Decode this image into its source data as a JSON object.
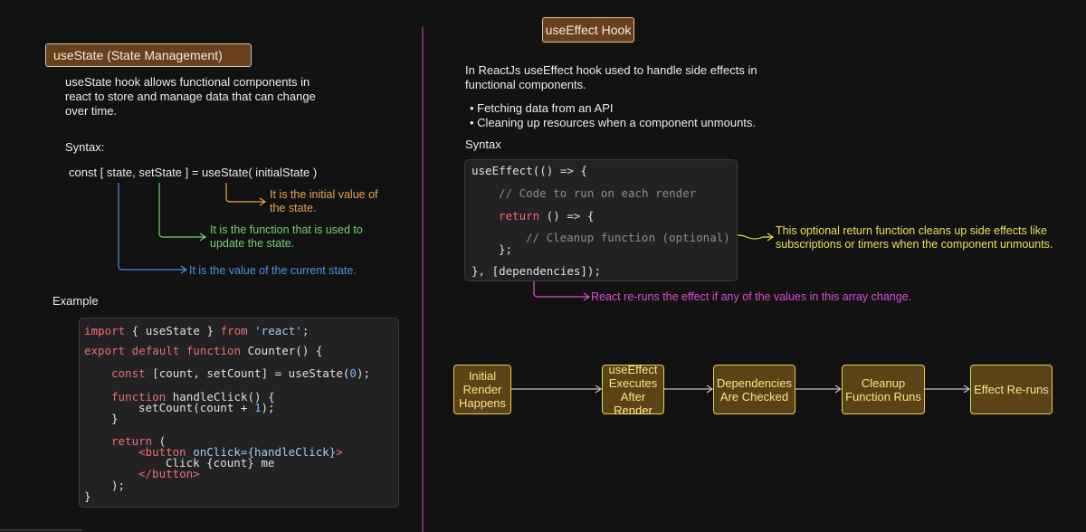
{
  "left": {
    "title": "useState (State Management)",
    "description_lines": [
      "useState hook allows functional components in",
      "react to store and manage data that can change",
      "over time."
    ],
    "syntax_heading": "Syntax:",
    "syntax_line": "const [ state, setState ] = useState( initialState )",
    "annotations": {
      "initial_value": [
        "It is the initial value of",
        "the state."
      ],
      "set_function": [
        "It is the function that is used to",
        "update the state."
      ],
      "current_value": [
        "It is the value of the current state."
      ]
    },
    "example_heading": "Example",
    "code": {
      "l1": {
        "a": "import",
        "b": " { useState } ",
        "c": "from",
        "d": " 'react'",
        "e": ";"
      },
      "l2": {
        "a": "export default function",
        "b": " Counter() {"
      },
      "l3": {
        "a": "const",
        "b": " [count, setCount] = useState(",
        "c": "0",
        "d": ");"
      },
      "l4": {
        "a": "function",
        "b": " handleClick() {"
      },
      "l5": {
        "a": "setCount(count + ",
        "b": "1",
        "c": ");"
      },
      "l6": "}",
      "l7": {
        "a": "return",
        "b": " ("
      },
      "l8": {
        "a": "<button ",
        "b": "onClick=",
        "c": "{handleClick}",
        "d": ">"
      },
      "l9": "Click {count} me",
      "l10": "</button>",
      "l11": ");",
      "l12": "}"
    }
  },
  "right": {
    "title": "useEffect Hook",
    "description_lines": [
      "In ReactJs useEffect hook used to handle side effects in",
      "functional components."
    ],
    "bullets": [
      "Fetching data from an API",
      "Cleaning up resources when a component unmounts."
    ],
    "syntax_heading": "Syntax",
    "code": {
      "l1": "useEffect(() => {",
      "l2": "// Code to run on each render",
      "l3": {
        "a": "return",
        "b": " () => {"
      },
      "l4": "// Cleanup function (optional)",
      "l5": "};",
      "l6": "}, [dependencies]);"
    },
    "annotations": {
      "cleanup": [
        "This optional return function cleans up side effects like",
        "subscriptions or timers when the component unmounts."
      ],
      "dependencies": "React re-runs the effect if any of the values in this array change."
    },
    "flow": [
      [
        "Initial Render",
        "Happens"
      ],
      [
        "useEffect",
        "Executes",
        "After Render"
      ],
      [
        "Dependencies",
        "Are Checked"
      ],
      [
        "Cleanup",
        "Function Runs"
      ],
      [
        "Effect Re-runs"
      ]
    ]
  },
  "colors": {
    "background": "#121212",
    "divider": "#a0338a",
    "orange": "#e9a24f",
    "green": "#6fd46f",
    "blue": "#4d8fe8",
    "yellow": "#e8e05a",
    "magenta": "#d64fd6"
  }
}
